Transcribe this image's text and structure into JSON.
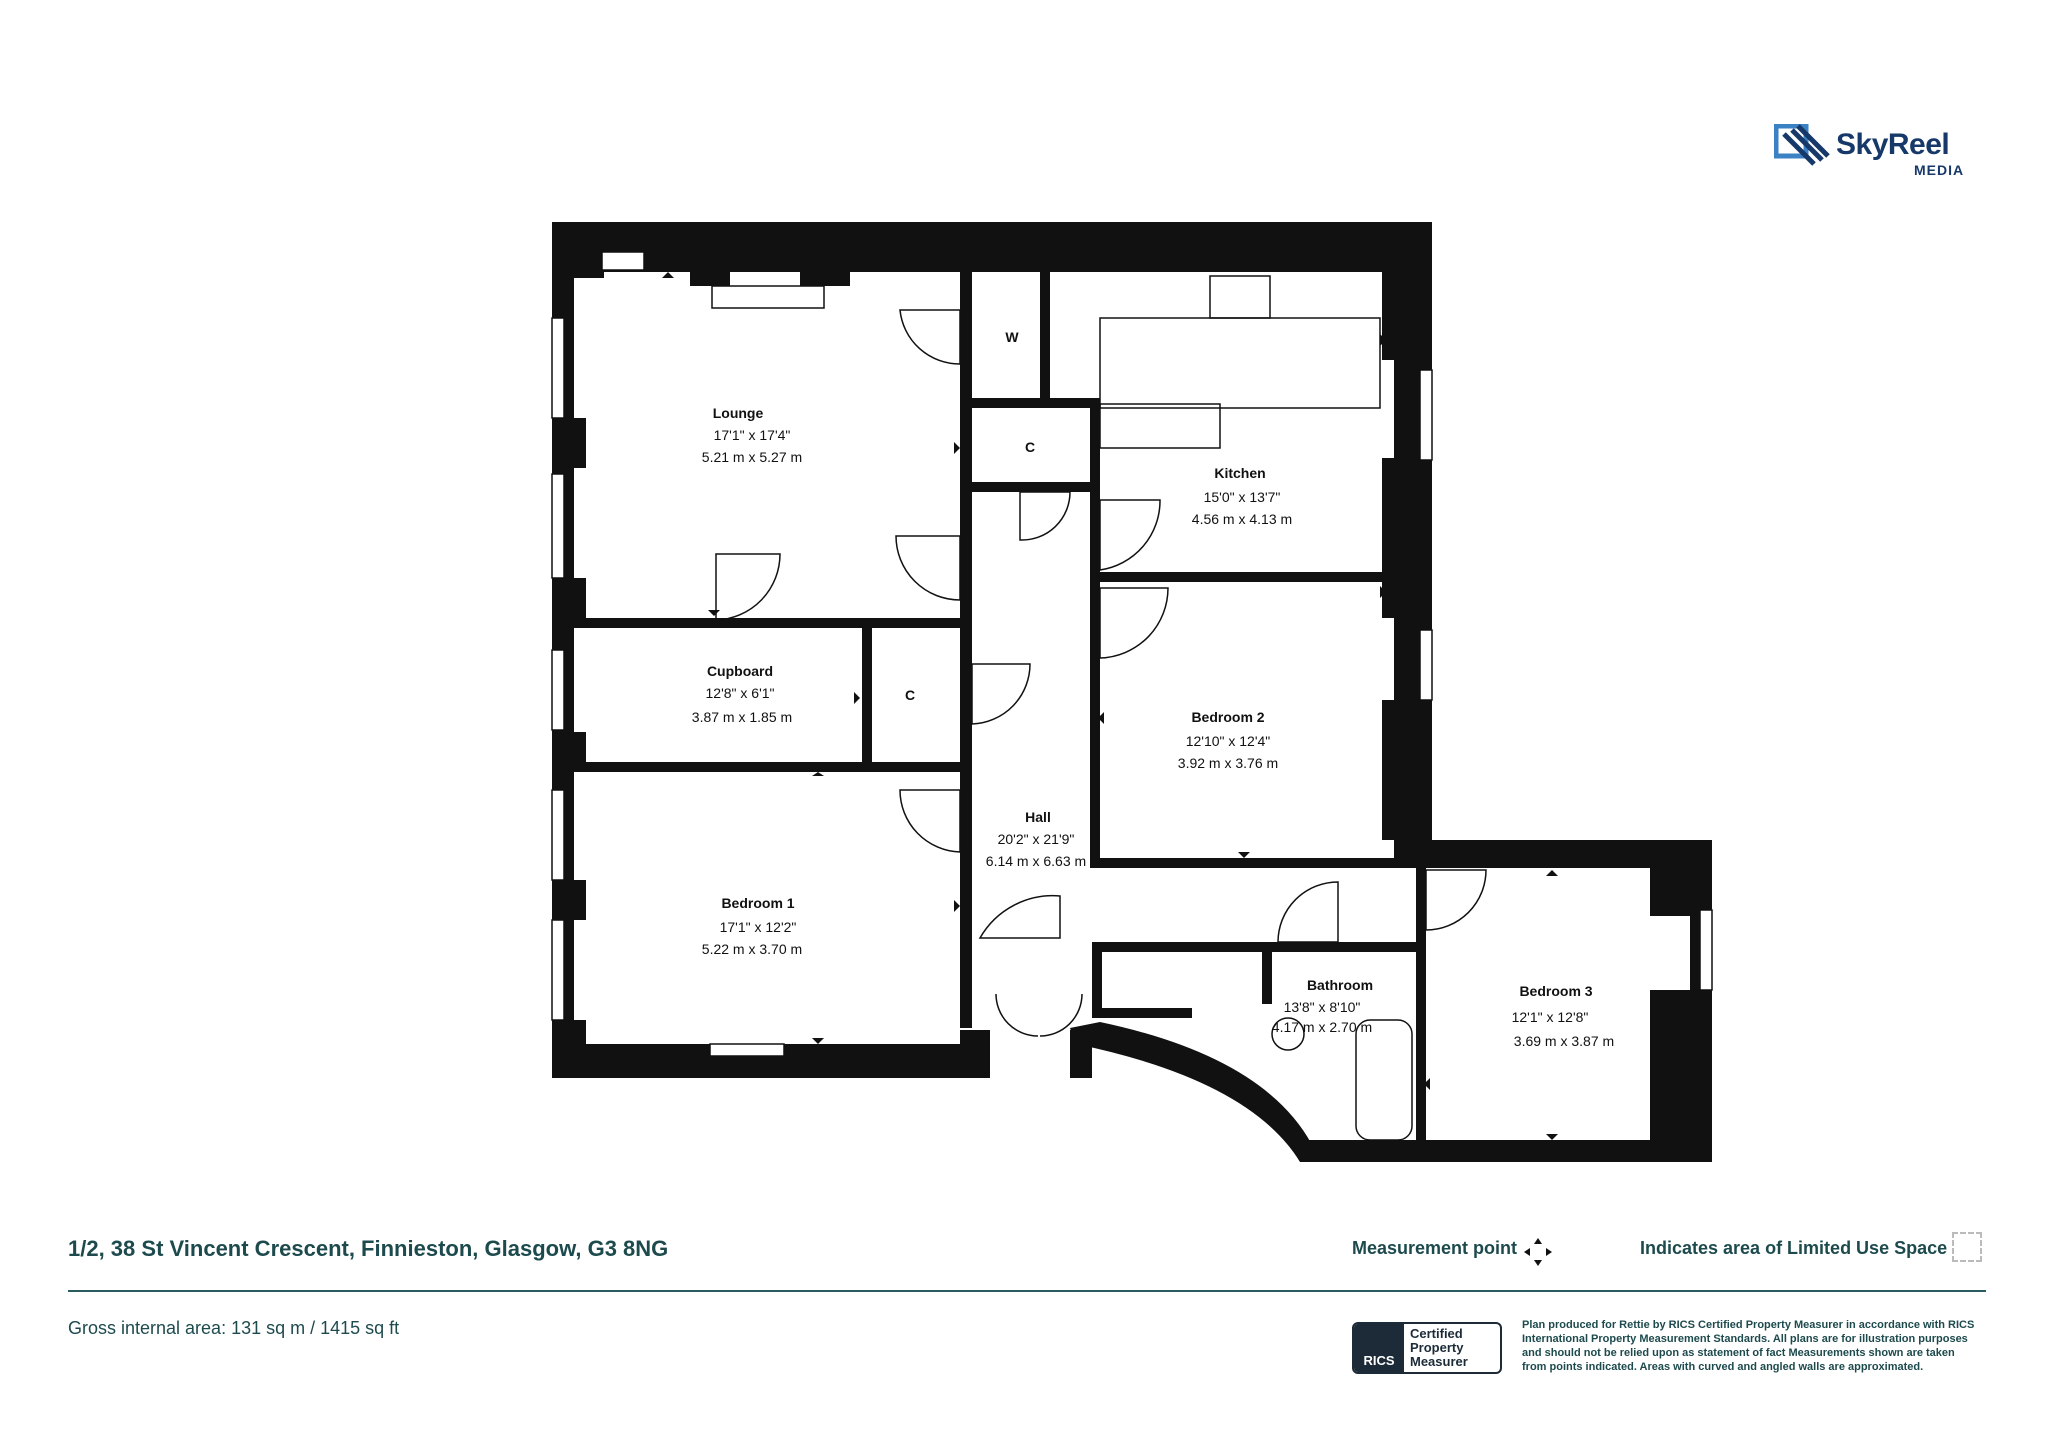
{
  "brand": {
    "name": "SkyReel",
    "sub": "MEDIA"
  },
  "rooms": [
    {
      "key": "lounge",
      "name": "Lounge",
      "imperial": "17'1\" x 17'4\"",
      "metric": "5.21 m x 5.27 m"
    },
    {
      "key": "kitchen",
      "name": "Kitchen",
      "imperial": "15'0\" x 13'7\"",
      "metric": "4.56 m x 4.13 m"
    },
    {
      "key": "cupboard",
      "name": "Cupboard",
      "imperial": "12'8\" x 6'1\"",
      "metric": "3.87 m x 1.85 m"
    },
    {
      "key": "bedroom2",
      "name": "Bedroom 2",
      "imperial": "12'10\" x 12'4\"",
      "metric": "3.92 m x 3.76 m"
    },
    {
      "key": "hall",
      "name": "Hall",
      "imperial": "20'2\" x 21'9\"",
      "metric": "6.14 m x 6.63 m"
    },
    {
      "key": "bedroom1",
      "name": "Bedroom 1",
      "imperial": "17'1\" x 12'2\"",
      "metric": "5.22 m x 3.70 m"
    },
    {
      "key": "bathroom",
      "name": "Bathroom",
      "imperial": "13'8\" x 8'10\"",
      "metric": "4.17 m x 2.70 m"
    },
    {
      "key": "bedroom3",
      "name": "Bedroom 3",
      "imperial": "12'1\" x 12'8\"",
      "metric": "3.69 m x 3.87 m"
    }
  ],
  "small_labels": {
    "w": "W",
    "c1": "C",
    "c2": "C"
  },
  "footer": {
    "address": "1/2, 38 St Vincent Crescent, Finnieston, Glasgow, G3 8NG",
    "gross_area": "Gross internal area: 131 sq m / 1415 sq ft",
    "measurement_point": "Measurement point",
    "limited_use": "Indicates area of  Limited Use Space",
    "rics_badge": {
      "left": "RICS",
      "line1": "Certified",
      "line2": "Property",
      "line3": "Measurer"
    },
    "disclaimer": "Plan produced for Rettie by RICS Certified Property Measurer in accordance with RICS International Property  Measurement Standards.  All plans are for illustration purposes and should not be relied upon as statement of fact Measurements shown are taken from points indicated. Areas with curved and angled walls are approximated."
  },
  "colors": {
    "wall": "#111111",
    "text": "#1d4a4d",
    "brand": "#17396a"
  }
}
